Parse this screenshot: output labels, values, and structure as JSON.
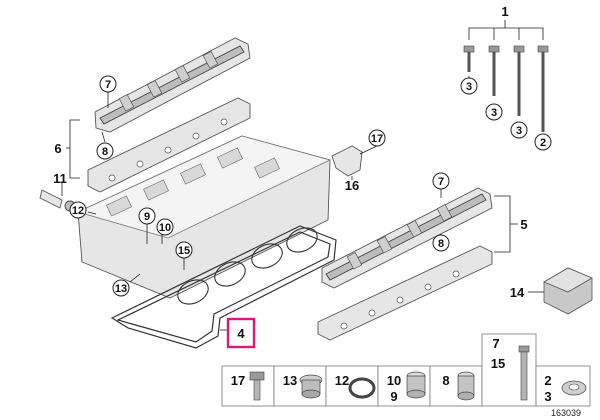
{
  "callouts": {
    "c1": "1",
    "c2": "2",
    "c3a": "3",
    "c3b": "3",
    "c4": "4",
    "c5": "5",
    "c6": "6",
    "c7a": "7",
    "c7b": "7",
    "c8a": "8",
    "c8b": "8",
    "c9": "9",
    "c10": "10",
    "c11": "11",
    "c12": "12",
    "c13": "13",
    "c14": "14",
    "c15": "15",
    "c16": "16",
    "c17": "17"
  },
  "bottom_strip": {
    "cells": [
      {
        "label": "17"
      },
      {
        "label": "13"
      },
      {
        "label": "12"
      },
      {
        "label": "10",
        "label2": "9"
      },
      {
        "label": "8"
      },
      {
        "label": "7",
        "label2": "15"
      },
      {
        "label": "2",
        "label2": "3"
      }
    ]
  },
  "reference_number": "163039",
  "highlight_color": "#e0177a"
}
